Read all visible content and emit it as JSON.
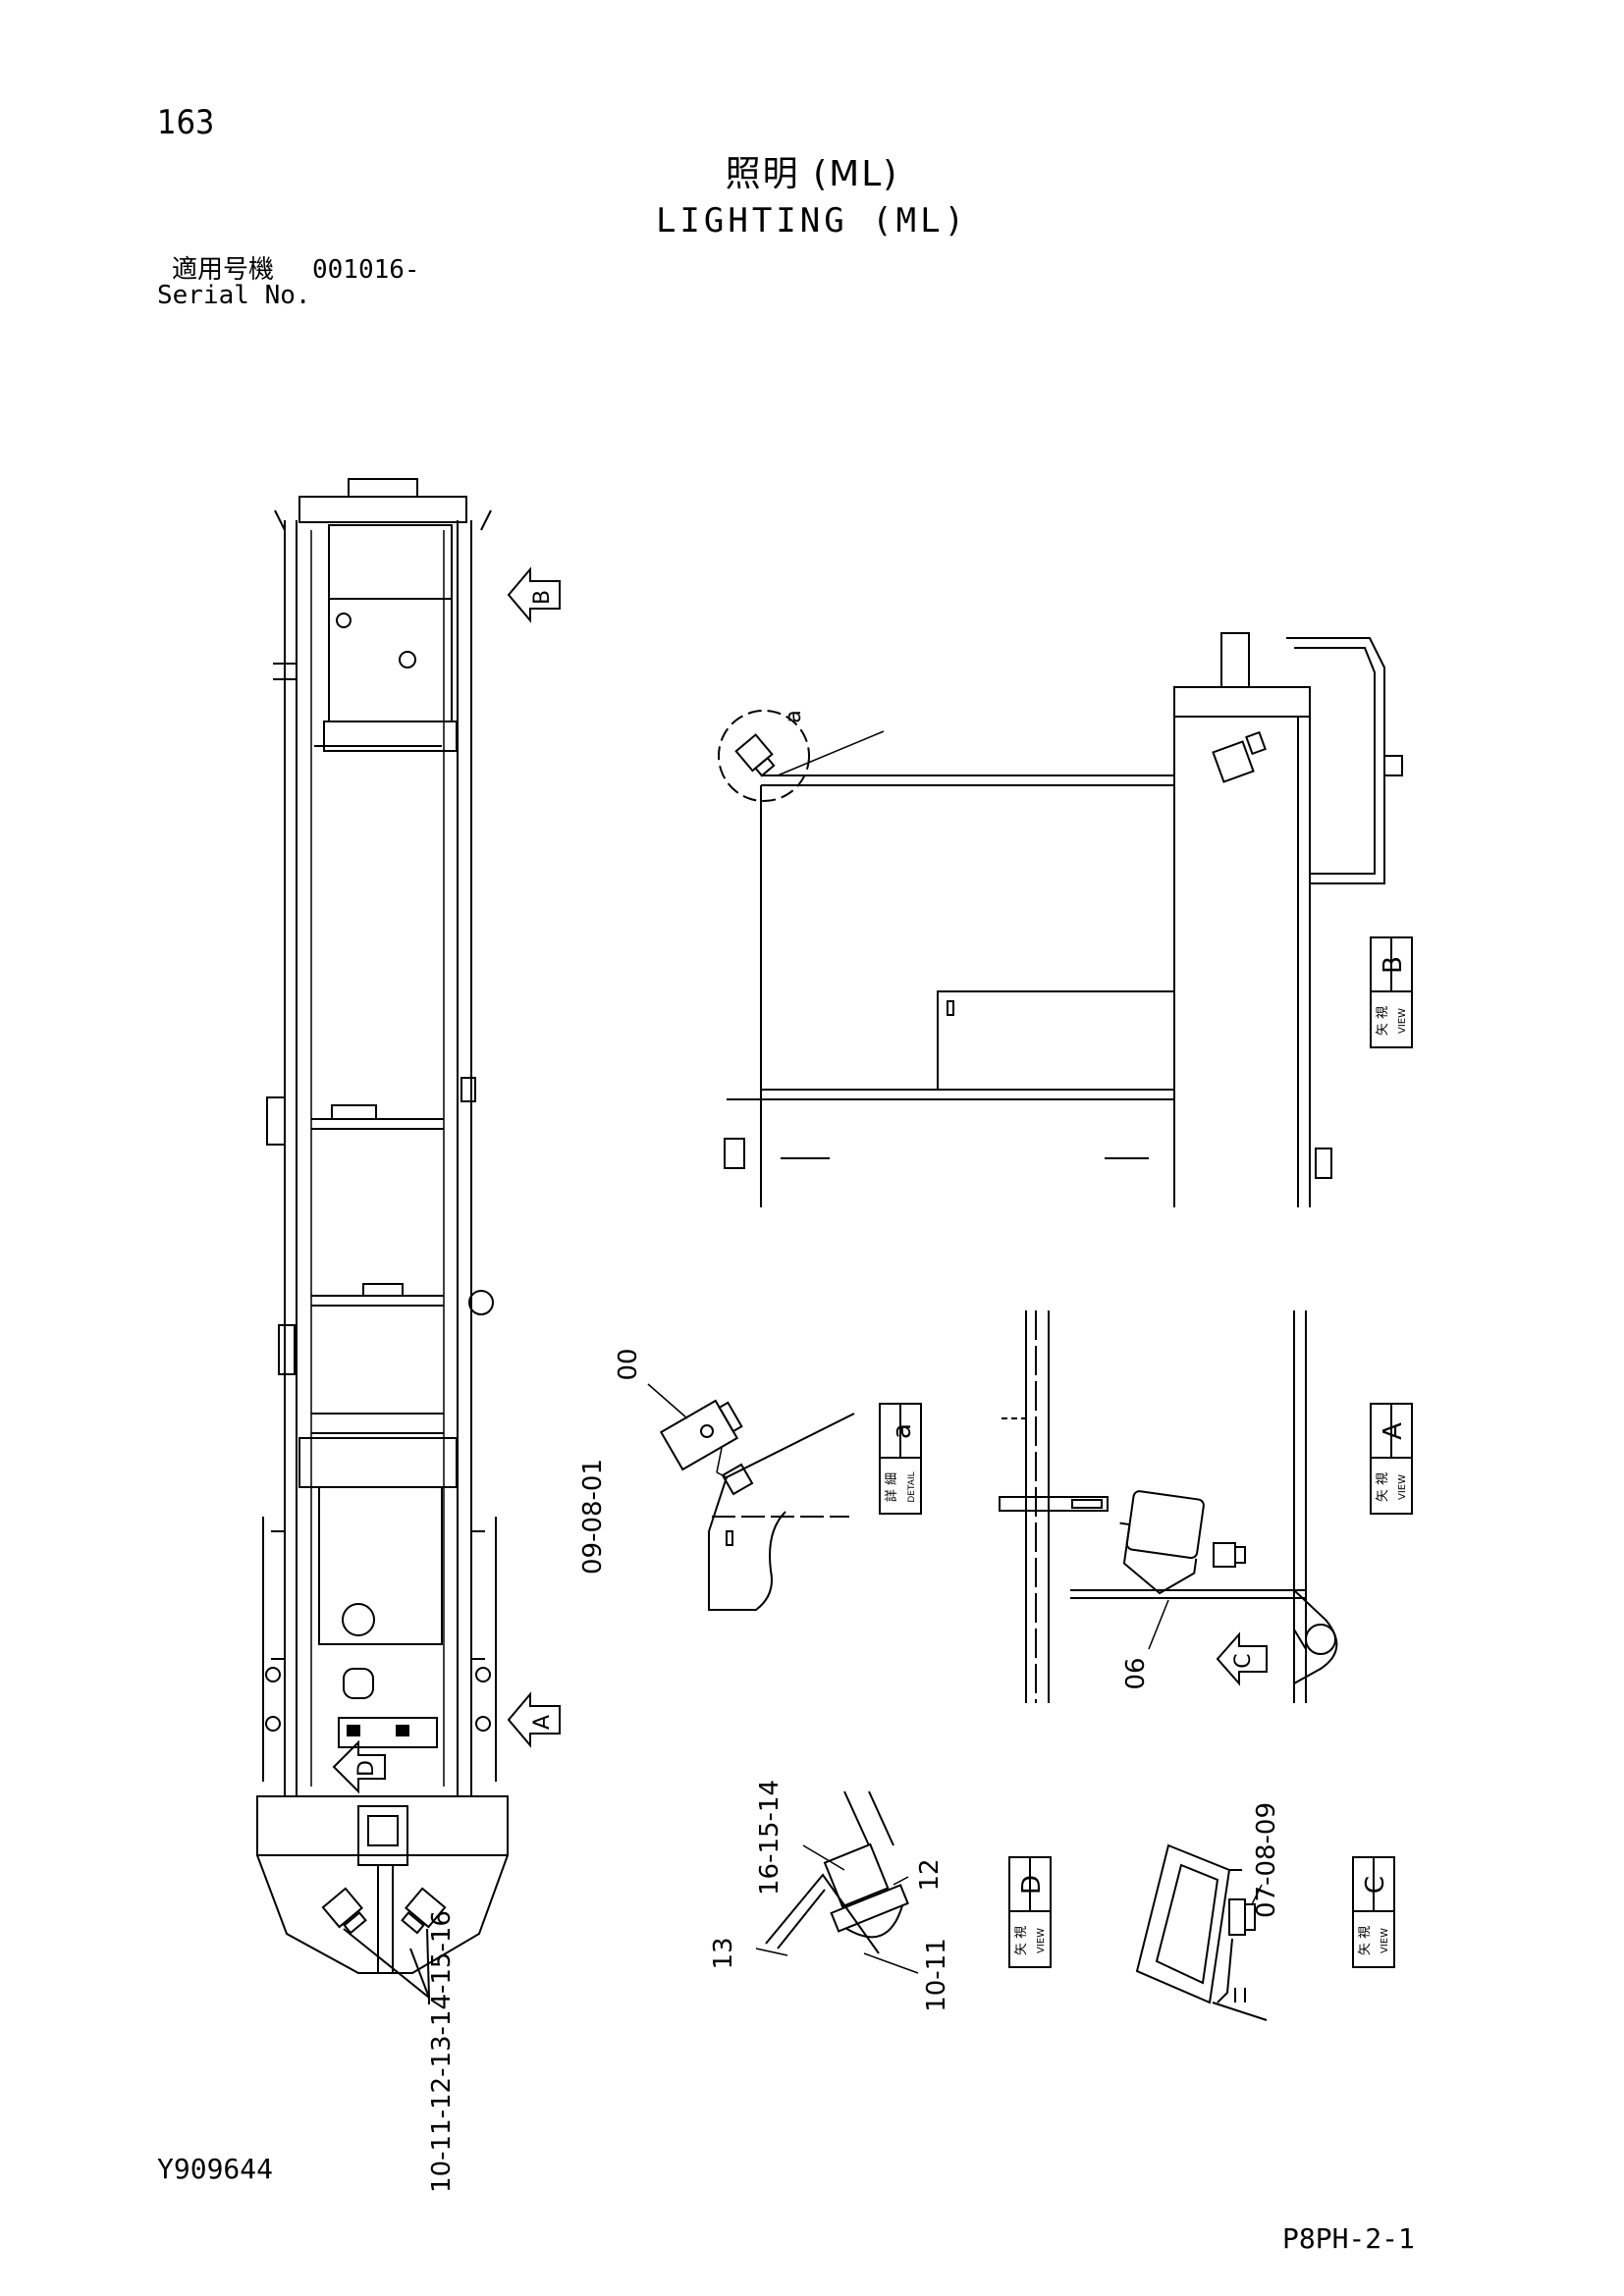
{
  "header": {
    "page_number": "163",
    "title_jp": "照明 (ML)",
    "title_en": "LIGHTING (ML)",
    "serial_label_jp": "適用号機",
    "serial_value": "001016-",
    "serial_label_en": "Serial No."
  },
  "footer": {
    "drawing_number": "Y909644",
    "sheet_number": "P8PH-2-1"
  },
  "view_labels": {
    "view_jp": "矢 視",
    "view_en": "VIEW",
    "detail_jp": "詳 細",
    "detail_en": "DETAIL",
    "letter_a": "A",
    "letter_b": "B",
    "letter_c": "C",
    "letter_d": "D",
    "letter_detail_a": "a"
  },
  "callouts": {
    "detail_a_circle": "a",
    "detail_a_top": "00",
    "detail_a_parts": "09-08-01",
    "view_a_part": "06",
    "view_d_top": "16-15-14",
    "view_d_right": "12",
    "view_d_left": "13",
    "view_d_bottom": "10-11",
    "view_c_parts": "07-08-09",
    "main_bottom": "10-11-12-13-14-15-16"
  }
}
